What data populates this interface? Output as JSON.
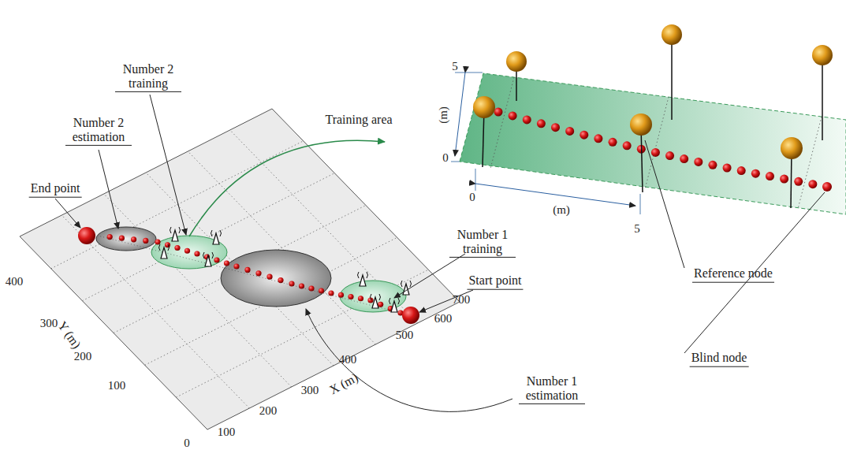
{
  "diagram": {
    "labels": [
      "Number 2 training",
      "Number 2 estimation",
      "Training area",
      "End point",
      "Number 1 training",
      "Start point",
      "Number 1 estimation",
      "400",
      "300",
      "200",
      "100",
      "Y (m)",
      "0",
      "100",
      "200",
      "300",
      "X (m)",
      "400",
      "500",
      "600",
      "700",
      "5",
      "(m)",
      "0",
      "0",
      "(m)",
      "5",
      "Reference node",
      "Blind node"
    ]
  }
}
